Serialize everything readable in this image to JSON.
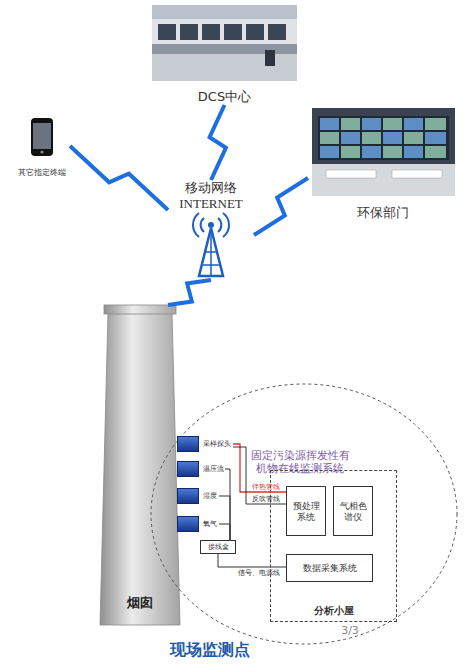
{
  "diagram": {
    "caption": "现场监测点",
    "nodes": [
      {
        "text": [
          "DCS中心"
        ]
      },
      {
        "text": [
          "其它指定终端"
        ]
      },
      {
        "text": [
          "移动网络 INTERNET"
        ]
      },
      {
        "text": [
          "环保部门"
        ]
      },
      {
        "text": [
          "烟囱"
        ]
      },
      {
        "text": [
          "固定污染源挥发性有机物在线监测系统"
        ]
      },
      {
        "text": [
          "采样探头"
        ],
        "in": 5
      },
      {
        "text": [
          "温压流"
        ],
        "in": 5
      },
      {
        "text": [
          "湿度"
        ],
        "in": 5
      },
      {
        "text": [
          "氧气"
        ],
        "in": 5
      },
      {
        "text": [
          "分析小屋"
        ],
        "in": 5
      },
      {
        "text": [
          "预处理系统"
        ],
        "in": 10
      },
      {
        "text": [
          "气相色谱仪"
        ],
        "in": 10
      },
      {
        "text": [
          "接线盒"
        ],
        "in": 5
      },
      {
        "text": [
          "数据采集系统"
        ],
        "in": 10
      }
    ],
    "edges": [
      {
        "from": 2,
        "to": 0,
        "arrow": "none"
      },
      {
        "from": 2,
        "to": 1,
        "arrow": "none"
      },
      {
        "from": 2,
        "to": 3,
        "arrow": "none"
      },
      {
        "from": 2,
        "to": 4,
        "arrow": "none"
      },
      {
        "from": 6,
        "to": 11,
        "label": "伴热管线",
        "arrow": "none"
      },
      {
        "from": 11,
        "to": 6,
        "label": "反吹管线",
        "arrow": "none"
      },
      {
        "from": 7,
        "to": 13,
        "arrow": "none"
      },
      {
        "from": 8,
        "to": 13,
        "arrow": "none"
      },
      {
        "from": 9,
        "to": 13,
        "arrow": "none"
      },
      {
        "from": 13,
        "to": 14,
        "label": "信号、电源线",
        "arrow": "none"
      }
    ],
    "labels": [
      "3/3"
    ]
  }
}
